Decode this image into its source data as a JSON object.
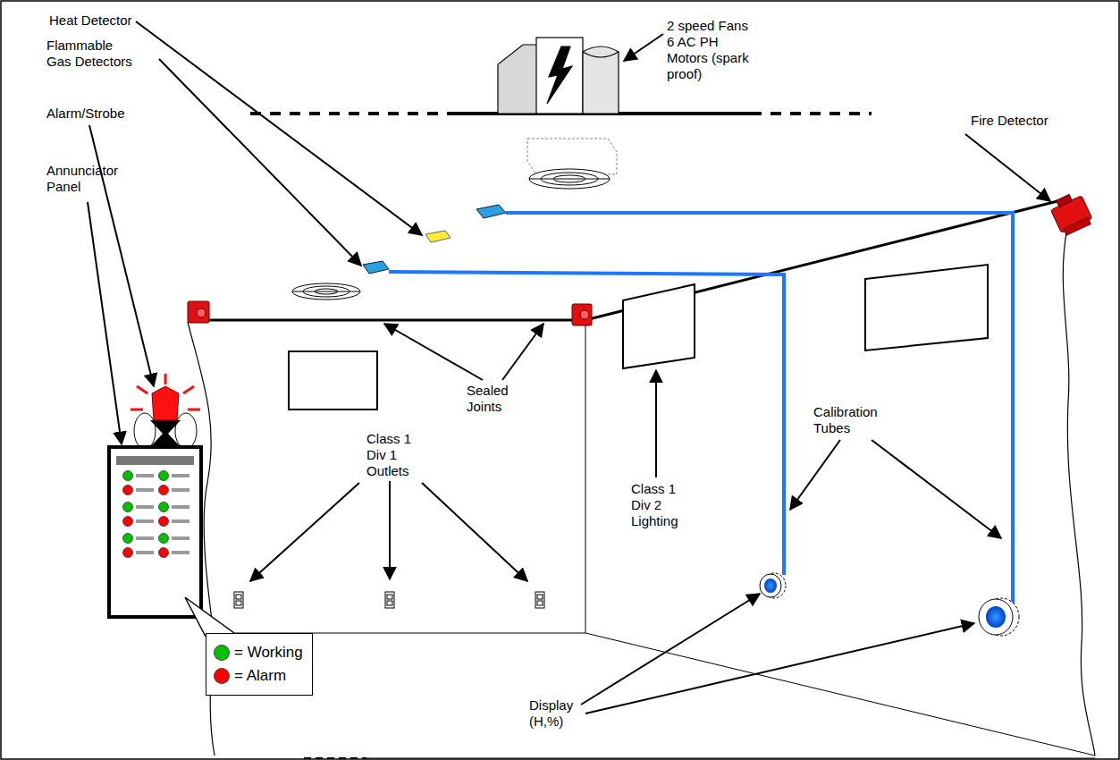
{
  "diagram": {
    "labels": [
      "2 speed Fans 6 AC PH Motors (spark proof)",
      "Heat Detector",
      "Flammable Gas Detectors",
      "Alarm/Strobe",
      "Annunciator Panel",
      "Fire Detector",
      "Sealed Joints",
      "Class 1 Div 1 Outlets",
      "Class 1 Div 2 Lighting",
      "Calibration Tubes",
      "Display (H,%)"
    ],
    "legend": [
      {
        "text": "= Working",
        "color": "#00c000"
      },
      {
        "text": "= Alarm",
        "color": "#ff0000"
      }
    ]
  }
}
